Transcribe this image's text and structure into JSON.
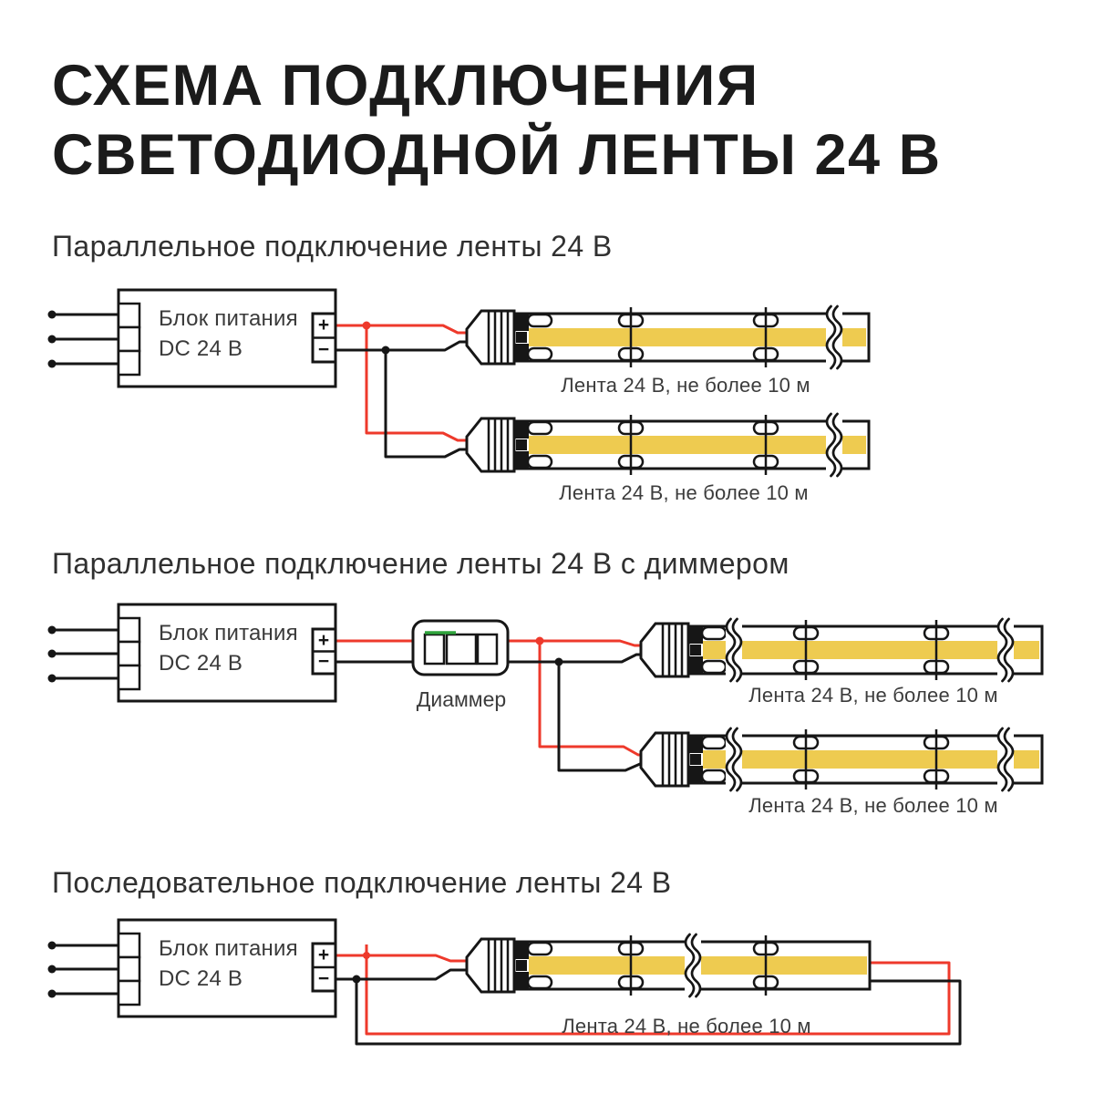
{
  "title": {
    "line1": "СХЕМА ПОДКЛЮЧЕНИЯ",
    "line2": "СВЕТОДИОДНОЙ ЛЕНТЫ 24 В"
  },
  "colors": {
    "ink": "#161616",
    "wire_positive": "#ee392b",
    "strip_yellow": "#eecb50",
    "dimmer_green": "#2fa43c",
    "title_color": "#1b1b1b",
    "heading_color": "#303030",
    "label_color": "#3c3c3c",
    "background": "#ffffff"
  },
  "sections": [
    {
      "heading": "Параллельное подключение ленты 24 В",
      "psu": {
        "line1": "Блок питания",
        "line2": "DC 24 В",
        "plus": "+",
        "minus": "−"
      },
      "strips": [
        {
          "label": "Лента 24 В, не более 10 м"
        },
        {
          "label": "Лента 24 В, не более 10 м"
        }
      ]
    },
    {
      "heading": "Параллельное подключение ленты 24 В с диммером",
      "psu": {
        "line1": "Блок питания",
        "line2": "DC 24 В",
        "plus": "+",
        "minus": "−"
      },
      "dimmer_label": "Диаммер",
      "strips": [
        {
          "label": "Лента 24 В, не более 10 м"
        },
        {
          "label": "Лента 24 В, не более 10 м"
        }
      ]
    },
    {
      "heading": "Последовательное подключение ленты 24 В",
      "psu": {
        "line1": "Блок питания",
        "line2": "DC 24 В",
        "plus": "+",
        "minus": "−"
      },
      "strips": [
        {
          "label": "Лента 24 В, не более 10 м"
        }
      ]
    }
  ]
}
